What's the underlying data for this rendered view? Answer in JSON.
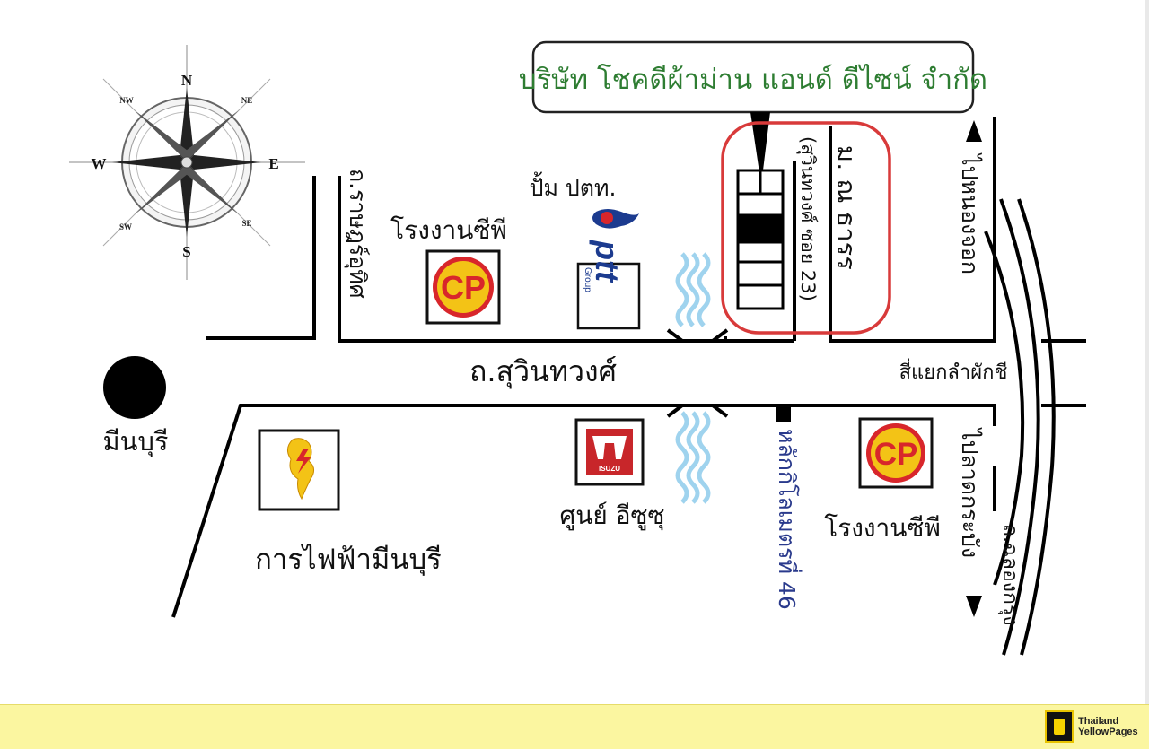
{
  "colors": {
    "road": "#000000",
    "company_box_border": "#222222",
    "company_text": "#2e7d32",
    "location_ring": "#d83a3a",
    "river": "#9fd3ee",
    "cp_fill": "#f3c316",
    "cp_ring": "#d8262b",
    "isuzu_red": "#c8262a",
    "ptt_blue": "#1c3b8f",
    "km_text": "#2a3a8c",
    "footer_bg": "#fbf6a0"
  },
  "map": {
    "company_name": "บริษัท โชคดีผ้าม่าน แอนด์ ดีไซน์ จำกัด",
    "soi_label": "(สุวินทวงศ์ ซอย 23)",
    "village_label": "ม. ณ ธารร",
    "road_ramkhamhaeng": "ถ.ราษฎร์อุทิศ",
    "road_suwinthawong": "ถ.สุวินทวงศ์",
    "road_chalong_krung": "ถ.ฉลองกรุง",
    "to_nong_chok": "ไปหนองจอก",
    "to_lat_krabang": "ไปลาดกระบัง",
    "intersection": "สี่แยกลำผักชี",
    "min_buri": "มีนบุรี",
    "ptt_label": "ปั้ม ปตท.",
    "ptt_logo_text": "ptt",
    "ptt_group_text": "Group",
    "cp_factory_1": "โรงงานซีพี",
    "cp_factory_2": "โรงงานซีพี",
    "cp_logo_text": "CP",
    "isuzu_label": "ศูนย์ อีซูซุ",
    "isuzu_logo_text": "ISUZU",
    "pea_label": "การไฟฟ้ามีนบุรี",
    "km_marker": "หลักกิโลเมตรที่ 46",
    "compass": {
      "n": "N",
      "s": "S",
      "e": "E",
      "w": "W",
      "ne": "NE",
      "nw": "NW",
      "se": "SE",
      "sw": "SW"
    }
  },
  "footer": {
    "logo_line1": "Thailand",
    "logo_line2": "YellowPages"
  }
}
